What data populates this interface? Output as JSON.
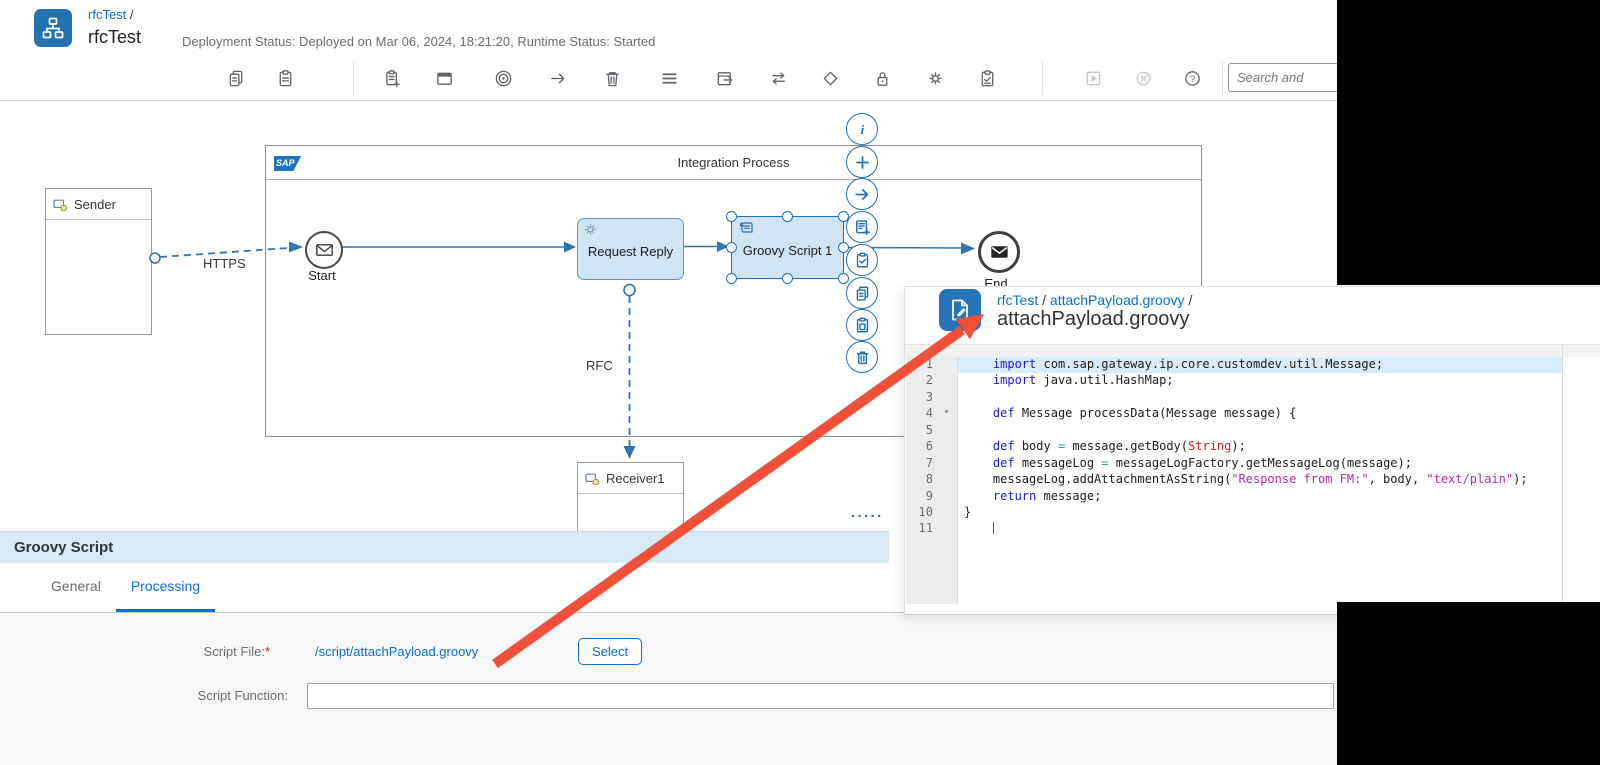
{
  "header": {
    "app_icon": "integration-flow-icon",
    "breadcrumb": "rfcTest",
    "breadcrumb_separator": "/",
    "title": "rfcTest",
    "status": "Deployment Status: Deployed on Mar 06, 2024, 18:21:20, Runtime Status: Started"
  },
  "toolbar": {
    "search_placeholder": "Search and",
    "icons": [
      "copy",
      "paste",
      "add-flow-step",
      "add-participant",
      "add-process",
      "add-connector",
      "delete",
      "menu",
      "externalize",
      "swap-connection",
      "add-router",
      "security",
      "settings",
      "validate",
      "deploy",
      "cancel-deploy",
      "help"
    ]
  },
  "diagram": {
    "pool_title": "Integration Process",
    "sap_logo": "SAP",
    "sender": {
      "label": "Sender"
    },
    "receiver": {
      "label": "Receiver1"
    },
    "connections": {
      "https": "HTTPS",
      "rfc": "RFC"
    },
    "nodes": {
      "start": "Start",
      "request_reply": "Request Reply",
      "groovy": "Groovy Script 1",
      "end": "End"
    },
    "overflow_dots": "·····",
    "context_buttons": [
      "info",
      "add",
      "connect",
      "add-step",
      "validate",
      "copy",
      "paste",
      "delete"
    ]
  },
  "editor": {
    "icon": "script-edit-icon",
    "breadcrumb": [
      "rfcTest",
      "attachPayload.groovy"
    ],
    "breadcrumb_separator": "/",
    "title": "attachPayload.groovy",
    "code": {
      "lines": [
        {
          "n": 1,
          "highlight": true,
          "tokens": [
            [
              "pl",
              "    "
            ],
            [
              "kw",
              "import"
            ],
            [
              "pl",
              " com.sap.gateway.ip.core.customdev.util.Message;"
            ]
          ]
        },
        {
          "n": 2,
          "tokens": [
            [
              "pl",
              "    "
            ],
            [
              "kw",
              "import"
            ],
            [
              "pl",
              " java.util.HashMap;"
            ]
          ]
        },
        {
          "n": 3,
          "tokens": []
        },
        {
          "n": 4,
          "fold": true,
          "tokens": [
            [
              "pl",
              "    "
            ],
            [
              "kw",
              "def"
            ],
            [
              "pl",
              " Message processData(Message message) {"
            ]
          ]
        },
        {
          "n": 5,
          "tokens": []
        },
        {
          "n": 6,
          "tokens": [
            [
              "pl",
              "    "
            ],
            [
              "kw",
              "def"
            ],
            [
              "pl",
              " body "
            ],
            [
              "op",
              "="
            ],
            [
              "pl",
              " message.getBody("
            ],
            [
              "cls",
              "String"
            ],
            [
              "pl",
              ");"
            ]
          ]
        },
        {
          "n": 7,
          "tokens": [
            [
              "pl",
              "    "
            ],
            [
              "kw",
              "def"
            ],
            [
              "pl",
              " messageLog "
            ],
            [
              "op",
              "="
            ],
            [
              "pl",
              " messageLogFactory.getMessageLog(message);"
            ]
          ]
        },
        {
          "n": 8,
          "tokens": [
            [
              "pl",
              "    messageLog.addAttachmentAsString("
            ],
            [
              "str",
              "\"Response from FM:\""
            ],
            [
              "pl",
              ", body, "
            ],
            [
              "str",
              "\"text/plain\""
            ],
            [
              "pl",
              ");"
            ]
          ]
        },
        {
          "n": 9,
          "tokens": [
            [
              "pl",
              "    "
            ],
            [
              "kw",
              "return"
            ],
            [
              "pl",
              " message;"
            ]
          ]
        },
        {
          "n": 10,
          "tokens": [
            [
              "pl",
              "}"
            ]
          ]
        },
        {
          "n": 11,
          "cursor": true,
          "tokens": [
            [
              "pl",
              "    "
            ]
          ]
        }
      ]
    }
  },
  "panel": {
    "title": "Groovy Script",
    "tabs": [
      {
        "label": "General",
        "active": false
      },
      {
        "label": "Processing",
        "active": true
      }
    ],
    "script_file": {
      "label": "Script File:",
      "required": "*",
      "value": "/script/attachPayload.groovy",
      "button": "Select"
    },
    "script_function": {
      "label": "Script Function:",
      "value": ""
    }
  }
}
